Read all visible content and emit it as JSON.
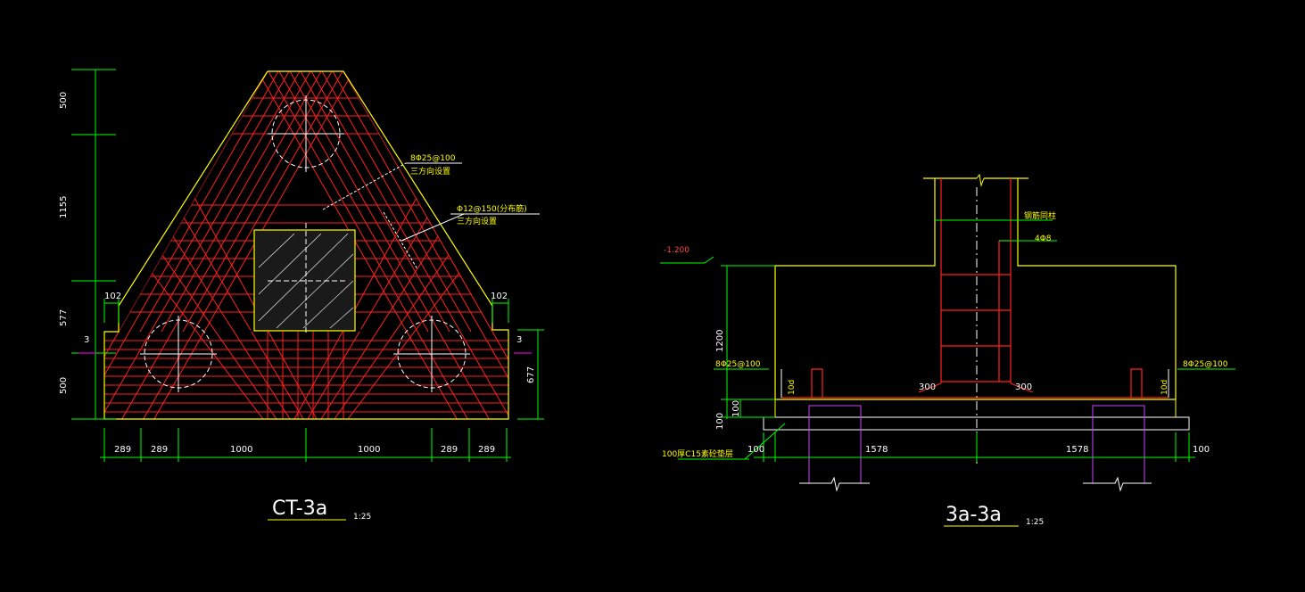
{
  "left_view": {
    "title": "CT-3a",
    "scale": "1:25",
    "rebar_note_1": "8Φ25@100",
    "rebar_note_1b": "三方向设置",
    "rebar_note_2": "Φ12@150(分布筋)",
    "rebar_note_2b": "三方向设置",
    "dim_vertical": [
      "500",
      "1155",
      "577",
      "500"
    ],
    "dim_side_right": "677",
    "dim_top_left": "102",
    "dim_top_right": "102",
    "section_mark": "3",
    "dim_bottom": [
      "289",
      "289",
      "1000",
      "1000",
      "289",
      "289"
    ]
  },
  "right_view": {
    "title": "3a-3a",
    "scale": "1:25",
    "elevation": "-1.200",
    "note_column": "钢筋同柱",
    "note_stirrup": "4Φ8",
    "rebar_left": "8Φ25@100",
    "rebar_right": "8Φ25@100",
    "dim_height": "1200",
    "dim_pad": "100",
    "dim_pad2": "100",
    "anchor_left": "10d",
    "anchor_right": "10d",
    "dim_300_left": "300",
    "dim_300_right": "300",
    "cushion_note": "100厚C15素砼垫层",
    "dim_bottom": [
      "100",
      "1578",
      "1578",
      "100"
    ]
  }
}
